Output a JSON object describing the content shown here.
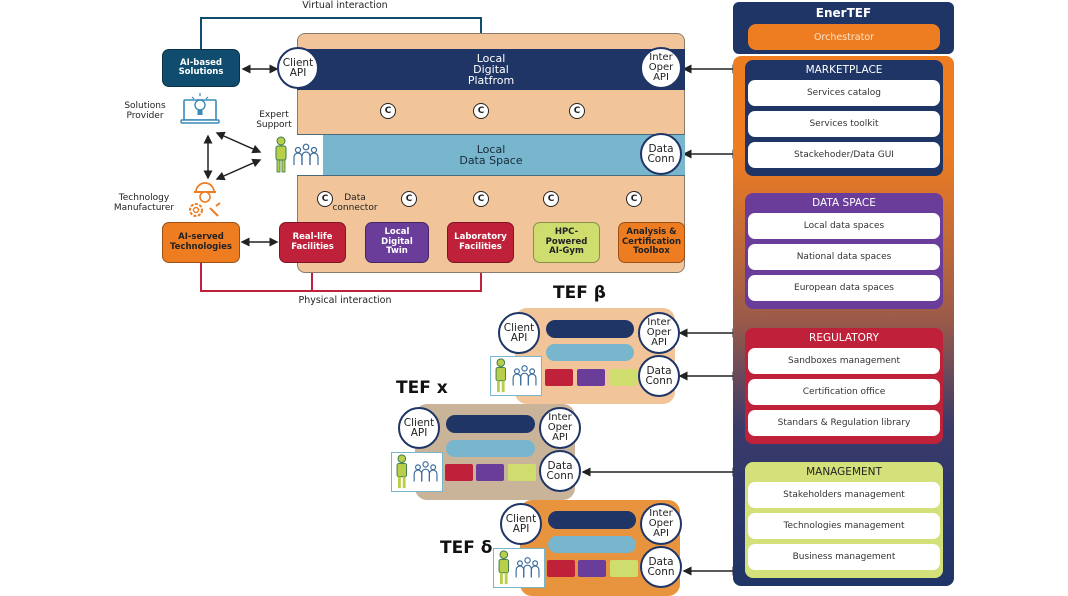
{
  "labels": {
    "virtual_interaction": "Virtual interaction",
    "physical_interaction": "Physical interaction",
    "solutions_provider": "Solutions\nProvider",
    "technology_manufacturer": "Technology\nManufacturer",
    "expert_support": "Expert\nSupport",
    "data_connector": "Data\nconnector"
  },
  "actors": {
    "ai_based_solutions": "AI-based\nSolutions",
    "ai_served_technologies": "AI-served\nTechnologies"
  },
  "local_tef": {
    "client_api": "Client\nAPI",
    "inter_oper_api": "Inter\nOper\nAPI",
    "data_conn": "Data\nConn",
    "platform": "Local\nDigital\nPlatfrom",
    "data_space": "Local\nData Space",
    "connector_symbol": "C",
    "facilities": [
      {
        "label": "Real-life\nFacilities",
        "color": "#c0213a"
      },
      {
        "label": "Local\nDigital\nTwin",
        "color": "#6a3d9a"
      },
      {
        "label": "Laboratory\nFacilities",
        "color": "#c0213a"
      },
      {
        "label": "HPC-\nPowered\nAI-Gym",
        "color": "#cfdc6e"
      },
      {
        "label": "Analysis &\nCertification\nToolbox",
        "color": "#ee7d22"
      }
    ]
  },
  "other_tefs": [
    {
      "title": "TEF β",
      "client_api": "Client\nAPI",
      "inter_oper_api": "Inter\nOper\nAPI",
      "data_conn": "Data\nConn",
      "bg": "#f2c49a"
    },
    {
      "title": "TEF x",
      "client_api": "Client\nAPI",
      "inter_oper_api": "Inter\nOper\nAPI",
      "data_conn": "Data\nConn",
      "bg": "#c9b49a"
    },
    {
      "title": "TEF δ",
      "client_api": "Client\nAPI",
      "inter_oper_api": "Inter\nOper\nAPI",
      "data_conn": "Data\nConn",
      "bg": "#e8943f"
    }
  ],
  "enertef": {
    "title": "EnerTEF",
    "orchestrator": "Orchestrator",
    "panels": [
      {
        "title": "MARKETPLACE",
        "color": "#1f3566",
        "title_color": "#ffffff",
        "items": [
          "Services catalog",
          "Services toolkit",
          "Stackehoder/Data GUI"
        ]
      },
      {
        "title": "DATA SPACE",
        "color": "#6a3d9a",
        "title_color": "#ffffff",
        "items": [
          "Local data spaces",
          "National data spaces",
          "European data spaces"
        ]
      },
      {
        "title": "REGULATORY",
        "color": "#c0213a",
        "title_color": "#ffffff",
        "items": [
          "Sandboxes management",
          "Certification office",
          "Standars & Regulation library"
        ]
      },
      {
        "title": "MANAGEMENT",
        "color": "#d4e07a",
        "title_color": "#222222",
        "items": [
          "Stakeholders management",
          "Technologies management",
          "Business management"
        ]
      }
    ]
  },
  "colors": {
    "navy": "#1f3566",
    "light_blue": "#77b6cc",
    "peach": "#f2c49a",
    "orange": "#ee7d22",
    "red": "#c0213a",
    "purple": "#6a3d9a",
    "lime": "#cfdc6e",
    "teal_dark": "#0f4c6e"
  }
}
